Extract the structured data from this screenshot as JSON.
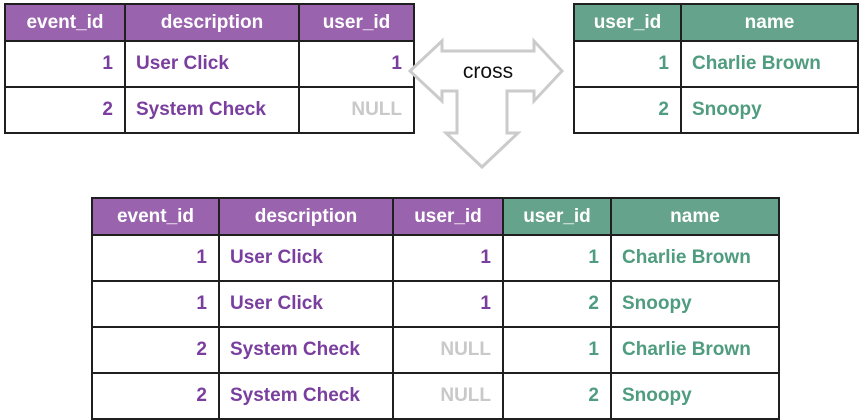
{
  "operation": {
    "label": "cross"
  },
  "left_table": {
    "columns": [
      "event_id",
      "description",
      "user_id"
    ],
    "rows": [
      [
        "1",
        "User Click",
        "1"
      ],
      [
        "2",
        "System Check",
        "NULL"
      ]
    ]
  },
  "right_table": {
    "columns": [
      "user_id",
      "name"
    ],
    "rows": [
      [
        "1",
        "Charlie Brown"
      ],
      [
        "2",
        "Snoopy"
      ]
    ]
  },
  "result_table": {
    "columns": [
      "event_id",
      "description",
      "user_id",
      "user_id",
      "name"
    ],
    "rows": [
      [
        "1",
        "User Click",
        "1",
        "1",
        "Charlie Brown"
      ],
      [
        "1",
        "User Click",
        "1",
        "2",
        "Snoopy"
      ],
      [
        "2",
        "System Check",
        "NULL",
        "1",
        "Charlie Brown"
      ],
      [
        "2",
        "System Check",
        "NULL",
        "2",
        "Snoopy"
      ]
    ]
  },
  "colors": {
    "purple_header": "#9a63ae",
    "purple_text": "#7a3f9e",
    "green_header": "#66a38d",
    "green_text": "#4f9c80",
    "null_text": "#c9c9c9",
    "table_border": "#1f1f1f",
    "arrow_outline": "#cbcbcb",
    "label_text": "#111111"
  }
}
